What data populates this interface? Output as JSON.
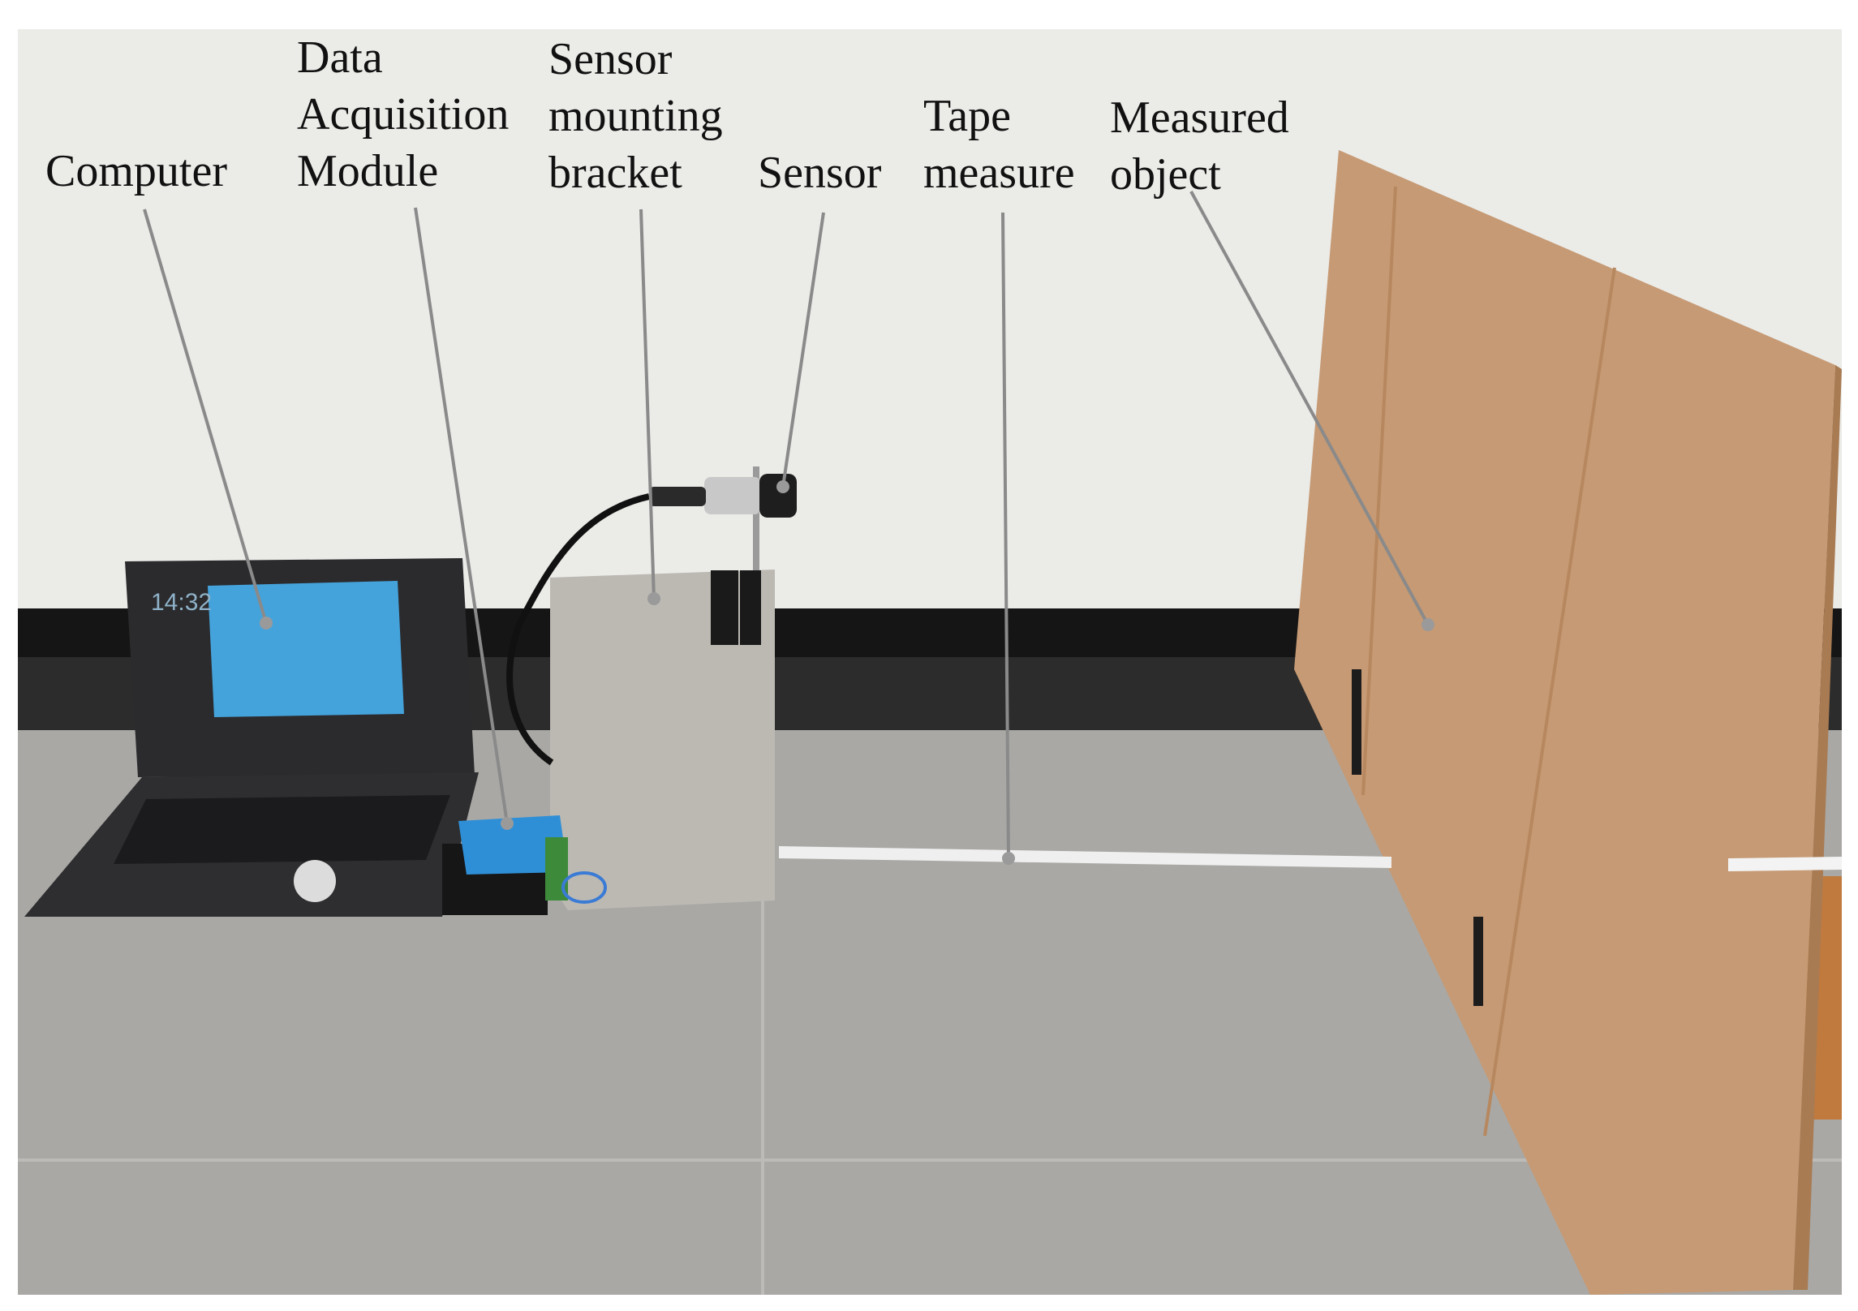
{
  "labels": {
    "computer": [
      "Computer"
    ],
    "daq": [
      "Data",
      "Acquisition",
      "Module"
    ],
    "bracket": [
      "Sensor",
      "mounting",
      "bracket"
    ],
    "sensor": [
      "Sensor"
    ],
    "tape": [
      "Tape",
      "measure"
    ],
    "object": [
      "Measured",
      "object"
    ]
  },
  "laptop_screen": {
    "clock": "14:32"
  },
  "colors": {
    "wall": "#ebebe8",
    "baseboard": "#151515",
    "floor": "#a9a8a5",
    "cardboard": "#c69a74",
    "cardboard_shadow": "#b7885f",
    "bracket": "#bcb9b3",
    "laptop_body": "#2b2b2e",
    "laptop_screen": "#45a3dc",
    "daq_blue": "#2f8fd6",
    "leader_line": "#8a8a8a"
  }
}
